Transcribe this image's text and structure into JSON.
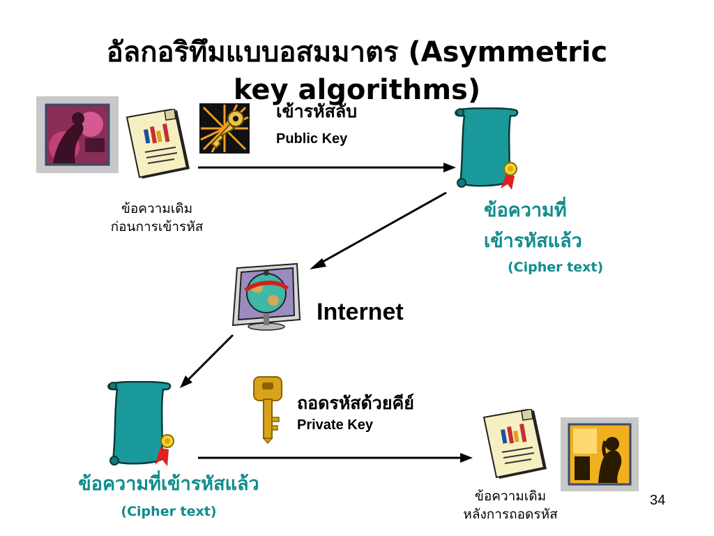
{
  "slide": {
    "title_line1": "อัลกอริทึมแบบอสมมาตร (Asymmetric",
    "title_line2": "key algorithms)",
    "page_number": "34"
  },
  "top": {
    "encrypt_label": "เข้ารหัสลับ",
    "public_key_label": "Public Key",
    "plaintext_label_line1": "ข้อความเดิม",
    "plaintext_label_line2": "ก่อนการเข้ารหัส",
    "cipher_label_line1": "ข้อความที่",
    "cipher_label_line2": "เข้ารหัสแล้ว",
    "cipher_label_en": "(Cipher text)"
  },
  "middle": {
    "internet_label": "Internet"
  },
  "bottom": {
    "decrypt_label": "ถอดรหัสด้วยคีย์",
    "private_key_label": "Private Key",
    "cipher_label": "ข้อความที่เข้ารหัสแล้ว",
    "cipher_label_en": "(Cipher text)",
    "plaintext_label_line1": "ข้อความเดิม",
    "plaintext_label_line2": "หลังการถอดรหัส"
  },
  "colors": {
    "cipher_teal": "#0f8c8c",
    "scroll_fill": "#1a9a9a",
    "document_fill": "#f6efc2",
    "key_gold": "#d9a21b",
    "ribbon_red": "#e02020"
  },
  "icons": {
    "sender": "person-at-computer-icon",
    "receiver": "woman-at-computer-icon",
    "document": "document-icon",
    "scroll": "scroll-icon",
    "public_key": "key-icon",
    "private_key": "key-icon",
    "globe": "globe-icon"
  }
}
